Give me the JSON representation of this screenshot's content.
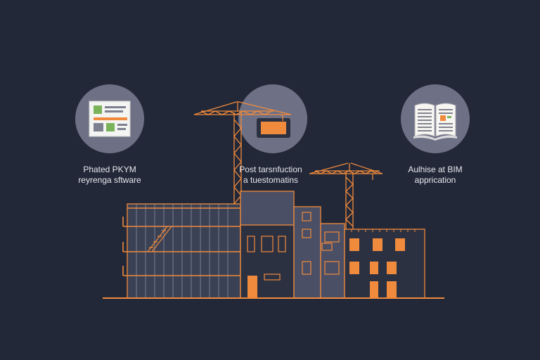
{
  "features": [
    {
      "line1": "Phated PKYM",
      "line2": "reyrenga sftware",
      "icon": "document-icon"
    },
    {
      "line1": "Post tarsnfuction",
      "line2": "a tuestomatins",
      "icon": "tablet-icon"
    },
    {
      "line1": "Aulhise at BIM",
      "line2": "apprication",
      "icon": "open-book-icon"
    }
  ],
  "colors": {
    "background": "#232838",
    "accent": "#f08a3c",
    "circle": "#6e7185",
    "building_fill": "#4b4f66",
    "building_dark": "#2c3142"
  }
}
